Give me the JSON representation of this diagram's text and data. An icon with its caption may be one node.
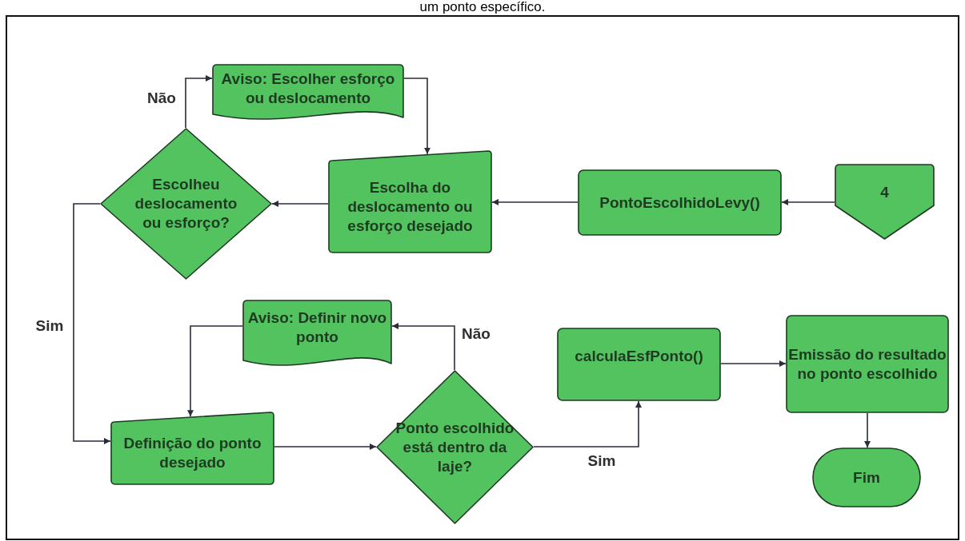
{
  "diagram": {
    "title": "um ponto específico.",
    "nodes": [
      {
        "text": [
          "4"
        ]
      },
      {
        "text": [
          "PontoEscolhidoLevy()"
        ]
      },
      {
        "text": [
          "Escolha do deslocamento ou esforço desejado"
        ]
      },
      {
        "text": [
          "Escolheu deslocamento ou esforço?"
        ]
      },
      {
        "text": [
          "Aviso: Escolher esforço ou deslocamento"
        ]
      },
      {
        "text": [
          "Aviso: Definir novo ponto"
        ]
      },
      {
        "text": [
          "Definição do ponto desejado"
        ]
      },
      {
        "text": [
          "Ponto escolhido está dentro da laje?"
        ]
      },
      {
        "text": [
          "calculaEsfPonto()"
        ]
      },
      {
        "text": [
          "Emissão do resultado no ponto escolhido"
        ]
      },
      {
        "text": [
          "Fim"
        ]
      }
    ],
    "edges": [
      {
        "from": 0,
        "to": 1,
        "arrow": "to"
      },
      {
        "from": 1,
        "to": 2,
        "arrow": "to"
      },
      {
        "from": 2,
        "to": 3,
        "arrow": "to"
      },
      {
        "from": 3,
        "to": 4,
        "arrow": "to",
        "label": "Não"
      },
      {
        "from": 4,
        "to": 2,
        "arrow": "to"
      },
      {
        "from": 3,
        "to": 6,
        "arrow": "to",
        "label": "Sim"
      },
      {
        "from": 6,
        "to": 7,
        "arrow": "to"
      },
      {
        "from": 7,
        "to": 5,
        "arrow": "to",
        "label": "Não"
      },
      {
        "from": 5,
        "to": 6,
        "arrow": "to"
      },
      {
        "from": 7,
        "to": 8,
        "arrow": "to",
        "label": "Sim"
      },
      {
        "from": 8,
        "to": 9,
        "arrow": "to"
      },
      {
        "from": 9,
        "to": 10,
        "arrow": "to"
      }
    ]
  }
}
